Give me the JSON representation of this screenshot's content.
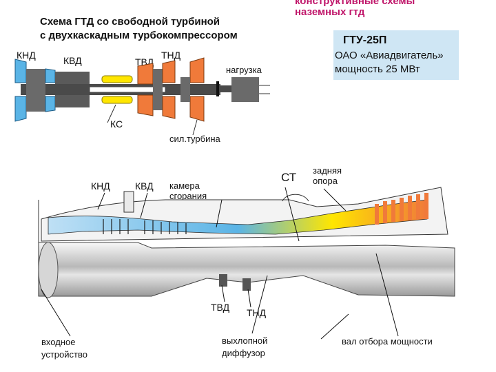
{
  "header": {
    "top_title_line1": "конструктивные схемы",
    "top_title_line2": "наземных гтд"
  },
  "scheme": {
    "title_line1": "Схема ГТД со свободной турбиной",
    "title_line2": "с двухкаскадным турбокомпрессором",
    "labels": {
      "knd": "КНД",
      "kvd": "КВД",
      "tvd": "ТВД",
      "tnd": "ТНД",
      "load": "нагрузка",
      "ks": "КС",
      "power_turbine": "сил.турбина"
    }
  },
  "info": {
    "model": "ГТУ-25П",
    "company": "ОАО «Авиадвигатель»",
    "power": "мощность 25 МВт"
  },
  "section": {
    "labels": {
      "knd": "КНД",
      "kvd": "КВД",
      "combustor_line1": "камера",
      "combustor_line2": "сгорания",
      "st": "СТ",
      "rear_support_line1": "задняя",
      "rear_support_line2": "опора",
      "tvd": "ТВД",
      "tnd": "ТНД",
      "inlet_line1": "входное",
      "inlet_line2": "устройство",
      "exhaust_line1": "выхлопной",
      "exhaust_line2": "диффузор",
      "output_shaft": "вал отбора мощности"
    }
  },
  "colors": {
    "top_title": "#c0166a",
    "info_box": "#cfe6f4",
    "compressor_blue": "#5ab4e6",
    "turbine_orange": "#f07a3a",
    "combustor_yellow": "#ffe600",
    "shaft_gray": "#4a4a4a"
  }
}
